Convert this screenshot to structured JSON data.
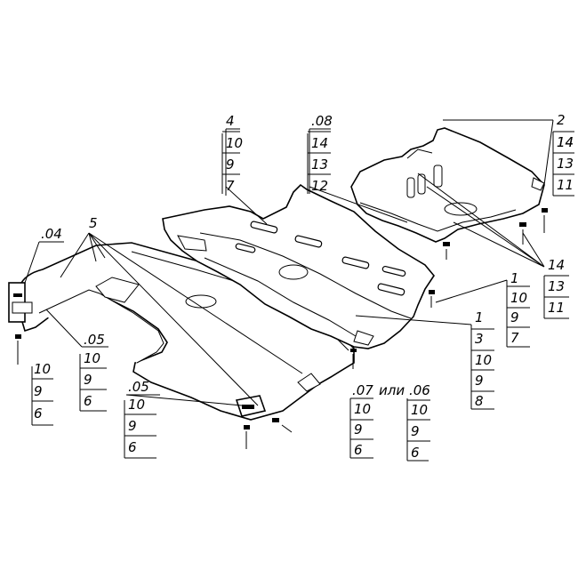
{
  "callouts": {
    "part_04": ".04",
    "part_5": "5",
    "part_05_left": ".05",
    "part_05_bottom": ".05",
    "part_4": "4",
    "part_08": ".08",
    "part_2": "2",
    "part_14_top": "14",
    "part_1_mid": "1",
    "part_1_low": "1",
    "part_07": ".07",
    "word_or": "или",
    "part_06": ".06"
  },
  "stacks": {
    "left_bottom": [
      "10",
      "9",
      "6"
    ],
    "left_05": [
      "10",
      "9",
      "6"
    ],
    "bottom_05": [
      "10",
      "9",
      "6"
    ],
    "center_07": [
      "10",
      "9",
      "6"
    ],
    "right_06": [
      "10",
      "9",
      "6"
    ],
    "top_4": [
      "10",
      "9",
      "7"
    ],
    "top_08": [
      "14",
      "13",
      "12"
    ],
    "right_2": [
      "14",
      "13",
      "11"
    ],
    "right_14": [
      "13",
      "11"
    ],
    "right_1a": [
      "10",
      "9",
      "7"
    ],
    "right_1b": [
      "3",
      "10",
      "9",
      "8"
    ]
  }
}
